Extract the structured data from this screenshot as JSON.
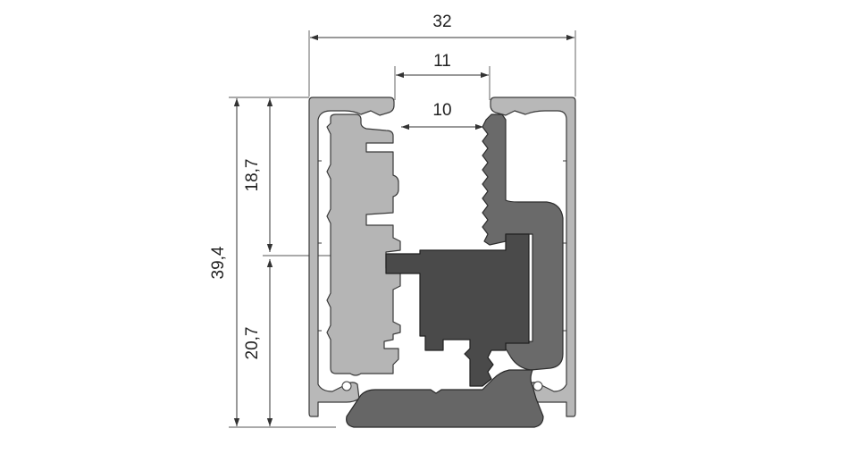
{
  "dimensions": {
    "overall_width": "32",
    "opening_outer": "11",
    "opening_inner": "10",
    "total_height": "39,4",
    "upper_height": "18,7",
    "lower_height": "20,7"
  },
  "colors": {
    "frame": "#b8b8b8",
    "insert": "#b5b5b5",
    "gasket": "#6a6a6a",
    "clip": "#4a4a4a",
    "base": "#666666",
    "line": "#333333"
  }
}
